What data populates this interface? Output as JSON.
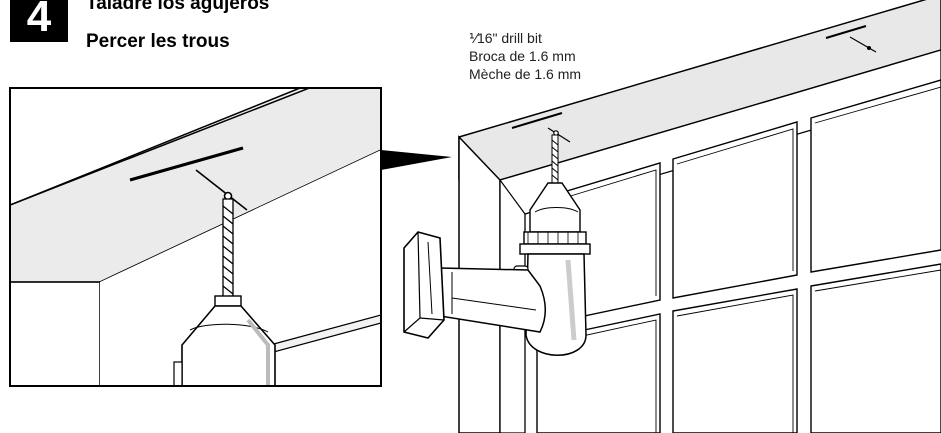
{
  "step": {
    "number": "4",
    "title_es": "Taladre los agujeros",
    "title_fr": "Percer les trous"
  },
  "drill_bit_label": {
    "line1": "⅟16\" drill bit",
    "line2": "Broca de 1.6 mm",
    "line3": "Mèche de 1.6 mm"
  },
  "colors": {
    "frame_top": "#e8e8e8",
    "frame_side": "#ffffff",
    "outline": "#000000"
  }
}
